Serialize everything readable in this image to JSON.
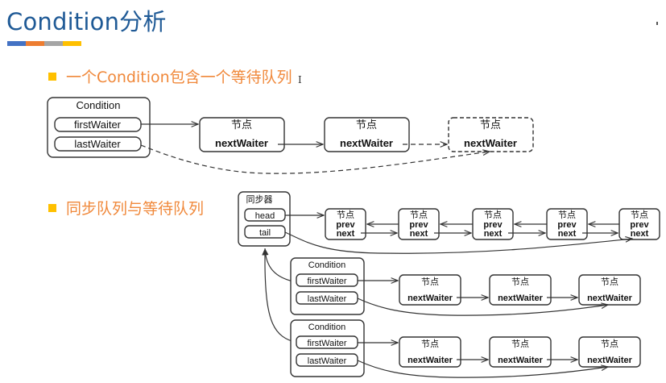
{
  "page": {
    "title": "Condition分析",
    "title_bar_colors": [
      "#4472c4",
      "#ed7d31",
      "#a5a5a5",
      "#ffc000"
    ],
    "bullet_color": "#ffc000",
    "bullet_text_color": "#f0883a",
    "bullets": [
      {
        "text": "一个Condition包含一个等待队列"
      },
      {
        "text": "同步队列与等待队列"
      }
    ]
  },
  "diagram1": {
    "condition": {
      "title": "Condition",
      "fields": [
        "firstWaiter",
        "lastWaiter"
      ]
    },
    "nodes": [
      {
        "title": "节点",
        "field": "nextWaiter",
        "style": "solid"
      },
      {
        "title": "节点",
        "field": "nextWaiter",
        "style": "solid"
      },
      {
        "title": "节点",
        "field": "nextWaiter",
        "style": "dashed"
      }
    ]
  },
  "diagram2": {
    "synchronizer": {
      "title": "同步器",
      "fields": [
        "head",
        "tail"
      ]
    },
    "sync_nodes": [
      {
        "title": "节点",
        "fields": [
          "prev",
          "next"
        ]
      },
      {
        "title": "节点",
        "fields": [
          "prev",
          "next"
        ]
      },
      {
        "title": "节点",
        "fields": [
          "prev",
          "next"
        ]
      },
      {
        "title": "节点",
        "fields": [
          "prev",
          "next"
        ]
      },
      {
        "title": "节点",
        "fields": [
          "prev",
          "next"
        ]
      }
    ],
    "conditions": [
      {
        "title": "Condition",
        "fields": [
          "firstWaiter",
          "lastWaiter"
        ],
        "nodes": [
          {
            "title": "节点",
            "field": "nextWaiter"
          },
          {
            "title": "节点",
            "field": "nextWaiter"
          },
          {
            "title": "节点",
            "field": "nextWaiter"
          }
        ]
      },
      {
        "title": "Condition",
        "fields": [
          "firstWaiter",
          "lastWaiter"
        ],
        "nodes": [
          {
            "title": "节点",
            "field": "nextWaiter"
          },
          {
            "title": "节点",
            "field": "nextWaiter"
          },
          {
            "title": "节点",
            "field": "nextWaiter"
          }
        ]
      }
    ]
  }
}
